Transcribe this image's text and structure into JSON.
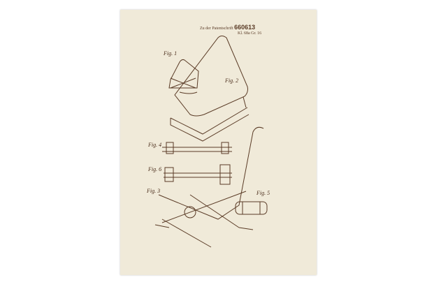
{
  "header": {
    "prefix": "Zu der Patentschrift",
    "number": "660613",
    "class": "Kl. 68a  Gr. 16"
  },
  "figures": [
    "Fig. 1",
    "Fig. 2",
    "Fig. 4",
    "Fig. 6",
    "Fig. 3",
    "Fig. 5"
  ],
  "colors": {
    "paper": "#f0ead9",
    "ink": "#5a3b26"
  }
}
